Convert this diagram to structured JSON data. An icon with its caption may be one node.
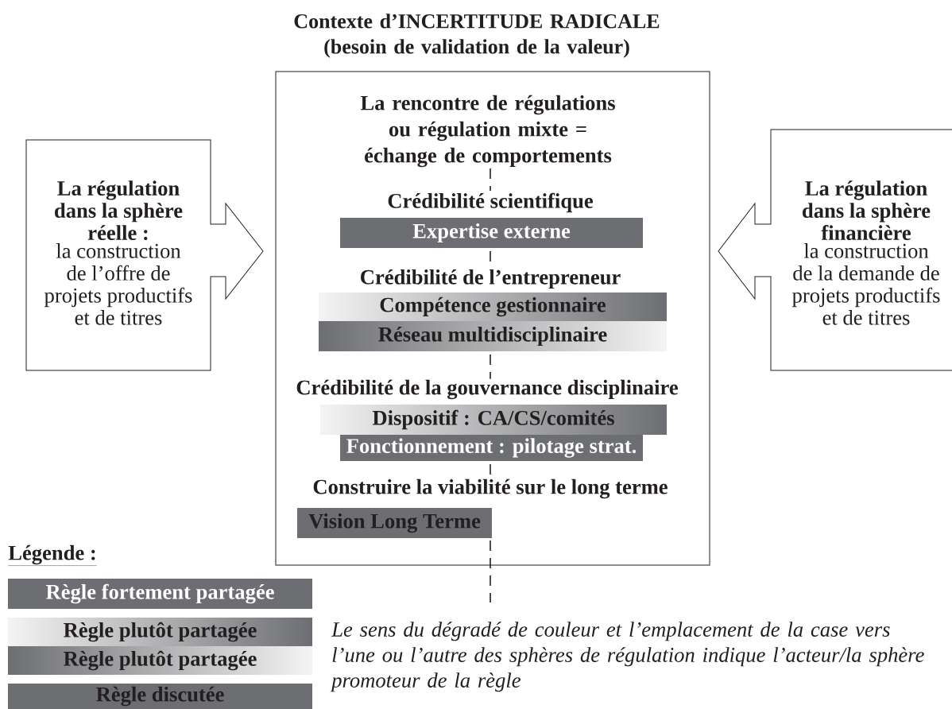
{
  "diagram": {
    "title": "Contexte d’INCERTITUDE RADICALE (besoin de validation de la valeur)",
    "nodes": [
      {
        "text": [
          "La régulation dans la sphère réelle :",
          "la construction de l’offre de projets productifs et de titres"
        ]
      },
      {
        "text": [
          "La rencontre de régulations ou régulation mixte = échange de comportements"
        ]
      },
      {
        "text": [
          "La régulation dans la sphère financière",
          "la construction de la demande de projets productifs et de titres"
        ]
      },
      {
        "text": [
          "Expertise externe"
        ],
        "in": 1
      },
      {
        "text": [
          "Compétence gestionnaire"
        ],
        "in": 1
      },
      {
        "text": [
          "Réseau multidisciplinaire"
        ],
        "in": 1
      },
      {
        "text": [
          "Dispositif : CA/CS/comités"
        ],
        "in": 1
      },
      {
        "text": [
          "Fonctionnement : pilotage strat."
        ],
        "in": 1
      },
      {
        "text": [
          "Vision Long Terme"
        ],
        "in": 1
      }
    ],
    "labels": [
      "Crédibilité scientifique",
      "Crédibilité de l’entrepreneur",
      "Crédibilité de la gouvernance disciplinaire",
      "Construire la viabilité sur le long terme",
      "Légende :",
      "Le sens du dégradé de couleur et l’emplacement de la case vers l’une ou l’autre des sphères de régulation indique l’acteur/la sphère promoteur de la règle"
    ],
    "legend": [
      {
        "text": "Règle fortement partagée",
        "color": "#6d6e72"
      },
      {
        "text": "Règle plutôt partagée"
      },
      {
        "text": "Règle plutôt partagée"
      },
      {
        "text": "Règle discutée"
      }
    ]
  }
}
